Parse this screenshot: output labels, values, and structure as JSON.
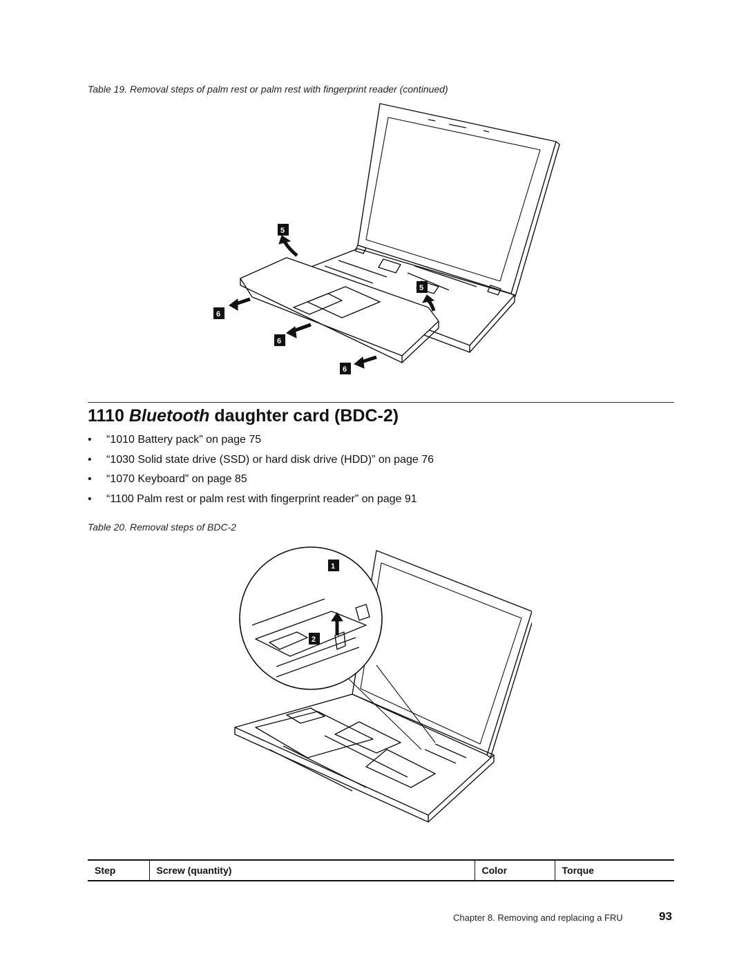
{
  "table19": {
    "caption": "Table 19. Removal steps of palm rest or palm rest with fingerprint reader (continued)",
    "callouts": [
      "5",
      "5",
      "6",
      "6",
      "6"
    ]
  },
  "section": {
    "number": "1110",
    "title_italic": "Bluetooth",
    "title_rest": "daughter card (BDC-2)"
  },
  "prerequisites": [
    "“1010 Battery pack” on page 75",
    "“1030 Solid state drive (SSD) or hard disk drive (HDD)” on page 76",
    "“1070 Keyboard” on page 85",
    "“1100 Palm rest or palm rest with fingerprint reader” on page 91"
  ],
  "table20": {
    "caption": "Table 20. Removal steps of BDC-2",
    "callouts": [
      "1",
      "2"
    ]
  },
  "screw_table": {
    "headers": [
      "Step",
      "Screw (quantity)",
      "Color",
      "Torque"
    ]
  },
  "footer": {
    "chapter_text": "Chapter 8.  Removing and replacing a FRU",
    "page_number": "93"
  }
}
